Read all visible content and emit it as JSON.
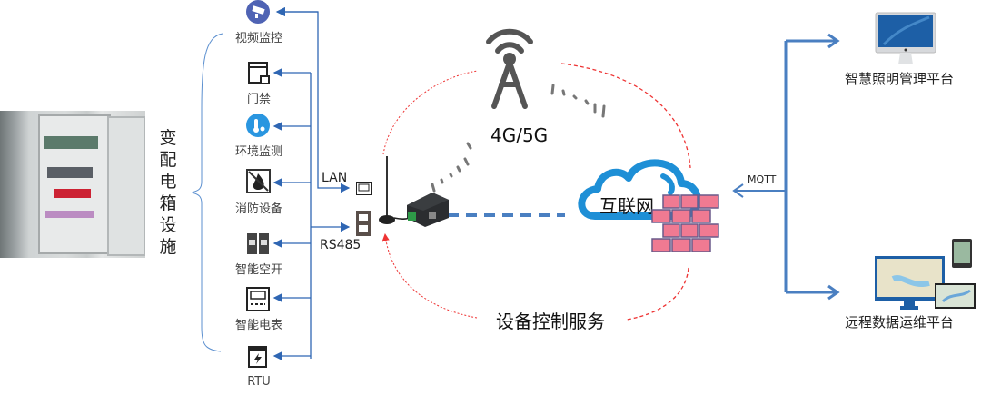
{
  "left": {
    "photo_label": "cabinet-photo",
    "title_chars": [
      "变",
      "配",
      "电",
      "箱",
      "设",
      "施"
    ]
  },
  "devices": [
    {
      "label": "视频监控",
      "icon": "camera-icon"
    },
    {
      "label": "门禁",
      "icon": "door-lock-icon"
    },
    {
      "label": "环境监测",
      "icon": "thermometer-icon"
    },
    {
      "label": "消防设备",
      "icon": "fire-icon"
    },
    {
      "label": "智能空开",
      "icon": "breaker-icon"
    },
    {
      "label": "智能电表",
      "icon": "meter-icon"
    },
    {
      "label": "RTU",
      "icon": "rtu-icon"
    }
  ],
  "interfaces": {
    "lan": "LAN",
    "rs485": "RS485"
  },
  "network": {
    "tower_label": "4G/5G",
    "cloud_label": "互联网",
    "service_label": "设备控制服务",
    "protocol": "MQTT"
  },
  "platforms": [
    {
      "label": "智慧照明管理平台",
      "icon": "desktop-monitor-icon"
    },
    {
      "label": "远程数据运维平台",
      "icon": "multi-device-icon"
    }
  ],
  "colors": {
    "link": "#2f66b3",
    "platform_link": "#4a7fc1",
    "service_loop": "#e33",
    "firewall": "#f07a92",
    "cloud": "#1e8fd6"
  }
}
